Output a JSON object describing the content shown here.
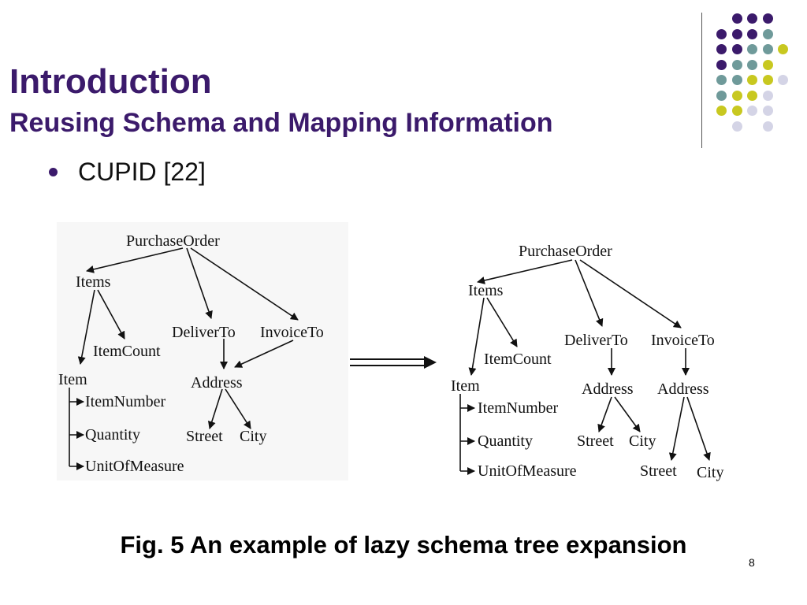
{
  "slide": {
    "title": "Introduction",
    "subtitle": "Reusing Schema and Mapping Information",
    "bullet": "CUPID [22]",
    "caption": "Fig. 5 An example of lazy schema tree expansion",
    "page_number": "8"
  },
  "colors": {
    "title": "#3b1a6b",
    "purple": "#3b1a6b",
    "teal": "#6f9a9a",
    "yellow": "#c8c820",
    "lavender": "#d4d4e6"
  },
  "figure": {
    "left_tree": {
      "root": "PurchaseOrder",
      "items": "Items",
      "item_count": "ItemCount",
      "deliver_to": "DeliverTo",
      "invoice_to": "InvoiceTo",
      "item": "Item",
      "address": "Address",
      "item_number": "ItemNumber",
      "quantity": "Quantity",
      "unit_of_measure": "UnitOfMeasure",
      "street": "Street",
      "city": "City"
    },
    "right_tree": {
      "root": "PurchaseOrder",
      "items": "Items",
      "item_count": "ItemCount",
      "deliver_to": "DeliverTo",
      "invoice_to": "InvoiceTo",
      "item": "Item",
      "address_deliver": "Address",
      "address_invoice": "Address",
      "item_number": "ItemNumber",
      "quantity": "Quantity",
      "unit_of_measure": "UnitOfMeasure",
      "street_deliver": "Street",
      "city_deliver": "City",
      "street_invoice": "Street",
      "city_invoice": "City"
    }
  }
}
